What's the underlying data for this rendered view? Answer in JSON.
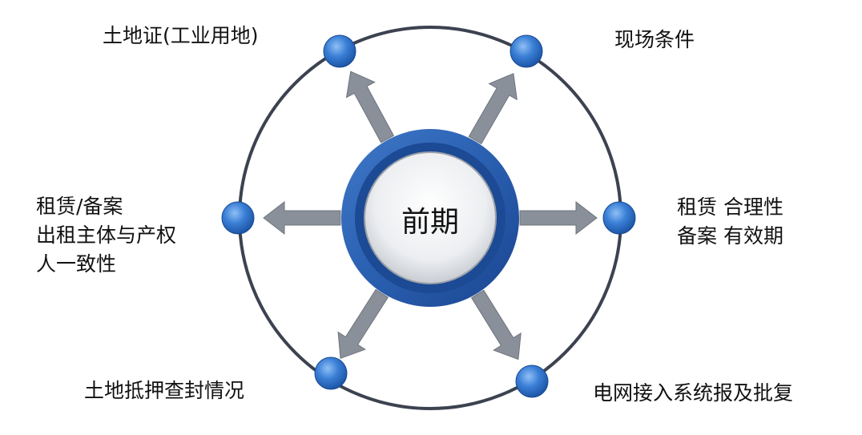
{
  "center": {
    "label": "前期"
  },
  "nodes": [
    {
      "id": "top-left",
      "lines": [
        "土地证(工业用地)"
      ]
    },
    {
      "id": "top-right",
      "lines": [
        "现场条件"
      ]
    },
    {
      "id": "left",
      "lines": [
        "租赁/备案",
        "出租主体与产权",
        "人一致性"
      ]
    },
    {
      "id": "right",
      "lines": [
        "租赁 合理性",
        "备案 有效期"
      ]
    },
    {
      "id": "bottom-left",
      "lines": [
        "土地抵押查封情况"
      ]
    },
    {
      "id": "bottom-right",
      "lines": [
        "电网接入系统报及批复"
      ]
    }
  ],
  "colors": {
    "ring": "#2a5fb0",
    "ring_dark": "#1c4a94",
    "node": "#3a7fd6",
    "orbit": "#3c4250",
    "arrow": "#8a9099"
  }
}
